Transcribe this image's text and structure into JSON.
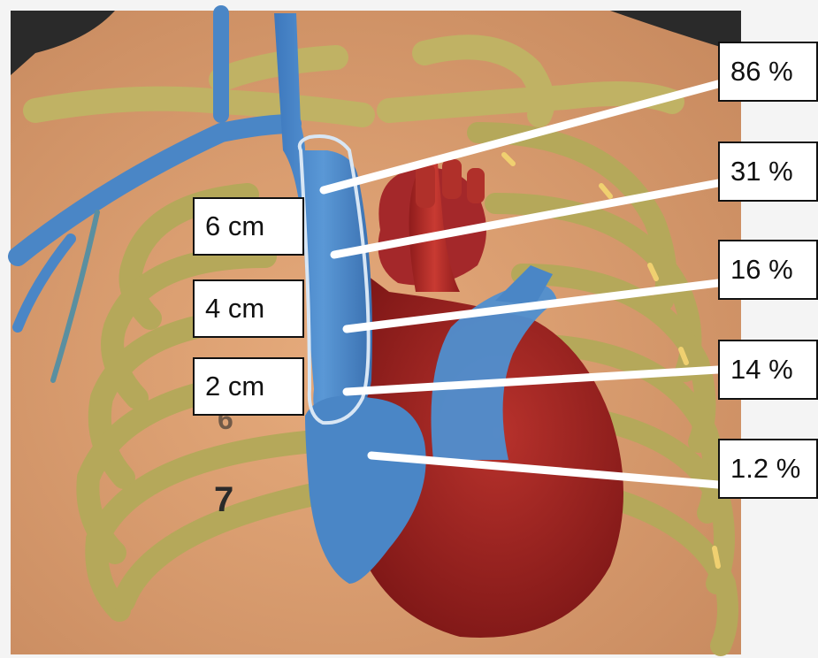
{
  "labels": {
    "cm_6": "6 cm",
    "cm_4": "4 cm",
    "cm_2": "2 cm",
    "pct_86": "86  %",
    "pct_31": "31  %",
    "pct_16": "16 %",
    "pct_14": "14  %",
    "pct_1_2": "1.2  %"
  },
  "rib_numbers": {
    "seven": "7",
    "six": "6"
  },
  "colors": {
    "skin": "#d99a6c",
    "rib": "#b5a85a",
    "vein_blue": "#4a86c6",
    "heart_red": "#a02424",
    "leader_line": "#ffffff",
    "frame": "#141414"
  }
}
